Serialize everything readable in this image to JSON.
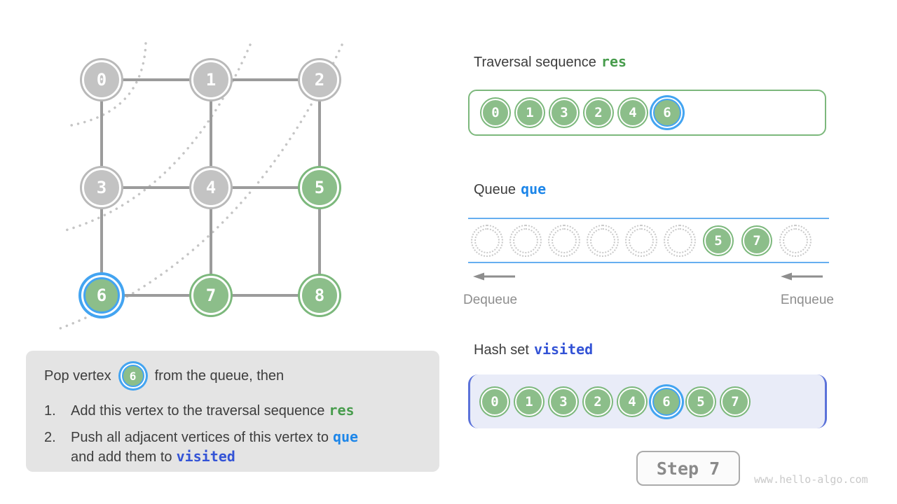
{
  "graph": {
    "vertices": [
      {
        "label": "0",
        "state": "visited"
      },
      {
        "label": "1",
        "state": "visited"
      },
      {
        "label": "2",
        "state": "visited"
      },
      {
        "label": "3",
        "state": "visited"
      },
      {
        "label": "4",
        "state": "visited"
      },
      {
        "label": "5",
        "state": "frontier"
      },
      {
        "label": "6",
        "state": "current"
      },
      {
        "label": "7",
        "state": "frontier"
      },
      {
        "label": "8",
        "state": "frontier"
      }
    ],
    "edges": [
      [
        0,
        1
      ],
      [
        1,
        2
      ],
      [
        3,
        4
      ],
      [
        4,
        5
      ],
      [
        6,
        7
      ],
      [
        7,
        8
      ],
      [
        0,
        3
      ],
      [
        3,
        6
      ],
      [
        1,
        4
      ],
      [
        4,
        7
      ],
      [
        2,
        5
      ],
      [
        5,
        8
      ]
    ]
  },
  "traversal": {
    "title": "Traversal sequence",
    "code": "res",
    "items": [
      "0",
      "1",
      "3",
      "2",
      "4",
      "6"
    ],
    "current": "6"
  },
  "queue": {
    "title": "Queue",
    "code": "que",
    "slots": [
      "",
      "",
      "",
      "",
      "",
      "",
      "5",
      "7",
      ""
    ],
    "dequeue_label": "Dequeue",
    "enqueue_label": "Enqueue"
  },
  "hashset": {
    "title": "Hash set",
    "code": "visited",
    "items": [
      "0",
      "1",
      "3",
      "2",
      "4",
      "6",
      "5",
      "7"
    ],
    "current": "6"
  },
  "instruction": {
    "prefix": "Pop vertex",
    "vertex": "6",
    "suffix": "from the queue, then",
    "item1_num": "1.",
    "item1_text": "Add this vertex to the traversal sequence",
    "item1_code": "res",
    "item2_num": "2.",
    "item2_text": "Push all adjacent vertices of this vertex to",
    "item2_code": "que",
    "item2_text2": "and add them to",
    "item2_code2": "visited"
  },
  "footer": {
    "step_label": "Step 7",
    "watermark": "www.hello-algo.com"
  },
  "colors": {
    "vertex_gray": "#c3c3c3",
    "vertex_green": "#8cbe8a",
    "highlight_blue": "#43a4f1",
    "edge_gray": "#9b9b9b",
    "res_green": "#479c4c",
    "que_blue": "#1d86e9",
    "visited_indigo": "#3353d6",
    "queue_line_blue": "#66aef0",
    "hashset_bg": "#e9ecf8",
    "hashset_border": "#5b72d9",
    "instruction_bg": "#e4e4e4"
  }
}
